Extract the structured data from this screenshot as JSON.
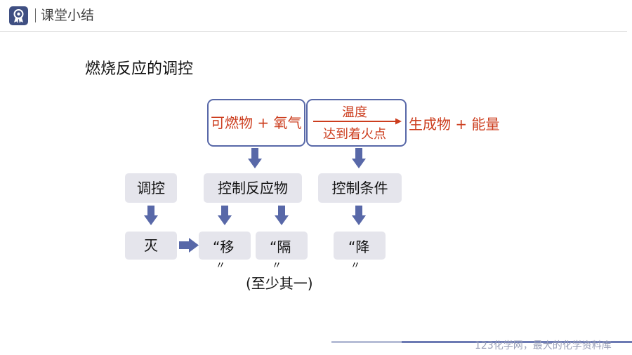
{
  "header": {
    "logo_icon": "graduation-badge-icon",
    "title": "课堂小结",
    "accent_color": "#3f4f82"
  },
  "slide": {
    "title": "燃烧反应的调控"
  },
  "diagram": {
    "reaction": {
      "reactants": "可燃物 + 氧气",
      "condition_top": "温度",
      "condition_bottom": "达到着火点",
      "products": "生成物 + 能量",
      "reaction_color": "#cc3d1e",
      "box_border_color": "#5868a8"
    },
    "nodes": {
      "regulate": "调控",
      "control_reactant": "控制反应物",
      "control_condition": "控制条件",
      "extinguish": "灭",
      "move": "“移",
      "isolate": "“隔",
      "lower": "“降",
      "quote_close": "〃"
    },
    "note": "(至少其一)"
  },
  "footer": {
    "watermark": "123化学网，最大的化学资料库"
  }
}
